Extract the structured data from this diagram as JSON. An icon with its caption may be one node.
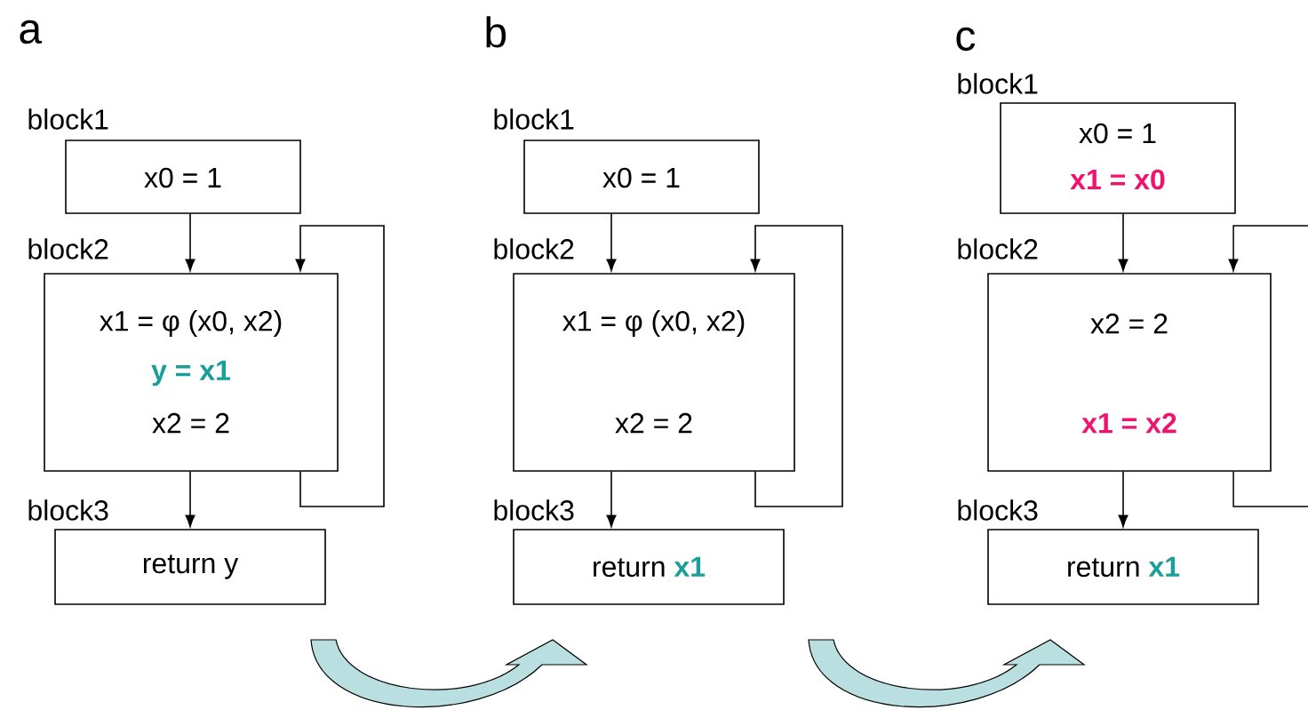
{
  "diagram": {
    "nodes": [
      {
        "text": [
          "block1",
          "x0 = 1"
        ]
      },
      {
        "text": [
          "block2",
          "x1 = φ (x0, x2)",
          "y = x1",
          "x2 = 2"
        ]
      },
      {
        "text": [
          "block3",
          "return y"
        ]
      },
      {
        "text": [
          "block1",
          "x0 = 1"
        ]
      },
      {
        "text": [
          "block2",
          "x1 = φ (x0, x2)",
          "x2 = 2"
        ]
      },
      {
        "text": [
          "block3",
          "return **x1**"
        ]
      },
      {
        "text": [
          "block1",
          "x0 = 1",
          "x1 = x0"
        ]
      },
      {
        "text": [
          "block2",
          "x2 = 2",
          "x1 = x2"
        ]
      },
      {
        "text": [
          "block3",
          "return **x1**"
        ]
      }
    ],
    "edges": [
      {
        "from": 0,
        "to": 1,
        "arrow": "to"
      },
      {
        "from": 1,
        "to": 2,
        "arrow": "to"
      },
      {
        "from": 1,
        "to": 1,
        "arrow": "to"
      },
      {
        "from": 3,
        "to": 4,
        "arrow": "to"
      },
      {
        "from": 4,
        "to": 5,
        "arrow": "to"
      },
      {
        "from": 4,
        "to": 4,
        "arrow": "to"
      },
      {
        "from": 6,
        "to": 7,
        "arrow": "to"
      },
      {
        "from": 7,
        "to": 8,
        "arrow": "to"
      },
      {
        "from": 7,
        "to": 7,
        "arrow": "to"
      }
    ],
    "labels": [
      "a",
      "b",
      "c"
    ]
  }
}
